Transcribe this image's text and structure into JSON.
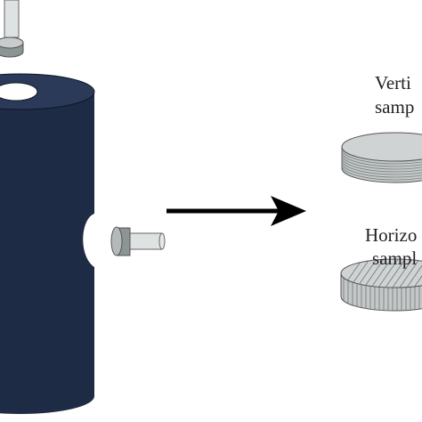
{
  "diagram": {
    "labels": {
      "vertical_line1": "Verti",
      "vertical_line2": "samp",
      "horizontal_line1": "Horizo",
      "horizontal_line2": "sampl"
    },
    "colors": {
      "core_body": "#1e2b45",
      "core_top": "#2a3a58",
      "bore_highlight": "#ffffff",
      "plug": "#dfe2e2",
      "plug_cap": "#8d9494",
      "disc": "#c4c8c8",
      "arrow": "#000000"
    }
  }
}
